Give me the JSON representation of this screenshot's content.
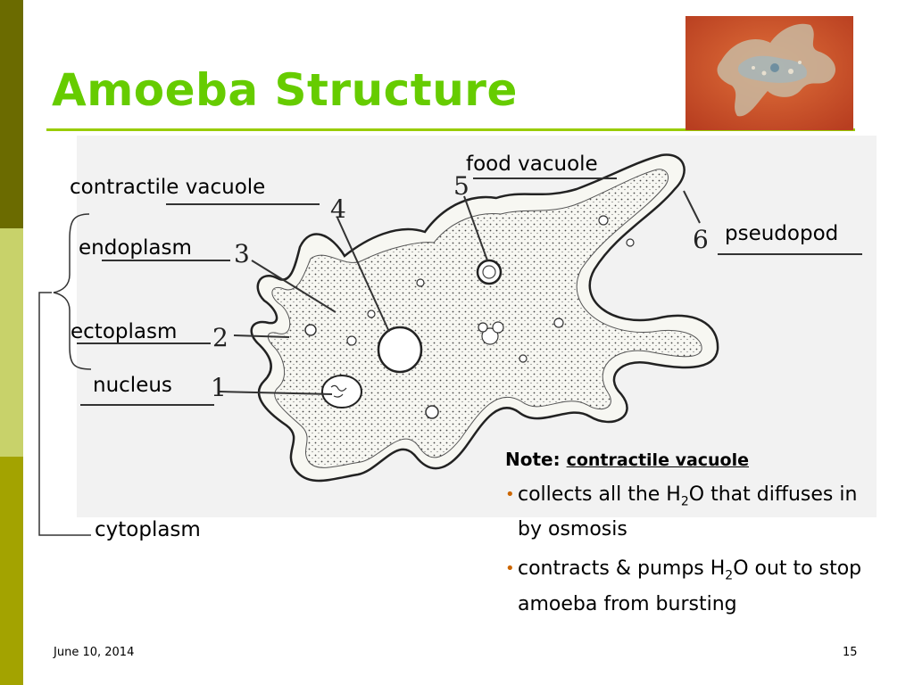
{
  "slide": {
    "title": "Amoeba Structure",
    "date": "June 10, 2014",
    "page_number": "15"
  },
  "labels": {
    "contractile_vacuole": "contractile vacuole",
    "endoplasm": "endoplasm",
    "ectoplasm": "ectoplasm",
    "nucleus": "nucleus",
    "food_vacuole": "food vacuole",
    "pseudopod": "pseudopod",
    "cytoplasm": "cytoplasm"
  },
  "numbers": [
    "1",
    "2",
    "3",
    "4",
    "5",
    "6"
  ],
  "note": {
    "heading": "Note:",
    "subject": "contractile vacuole",
    "bullets": [
      {
        "pre": "collects all the H",
        "sub": "2",
        "post": "O that diffuses in by osmosis"
      },
      {
        "pre": "contracts  &  pumps H",
        "sub": "2",
        "post": "O out to stop amoeba from bursting"
      }
    ]
  },
  "colors": {
    "title": "#66cc00",
    "rule": "#99cc00",
    "stripe_dark": "#6b6b00",
    "stripe_light": "#c8d26a",
    "stripe_mid": "#a3a300",
    "bullet": "#cc6600"
  }
}
